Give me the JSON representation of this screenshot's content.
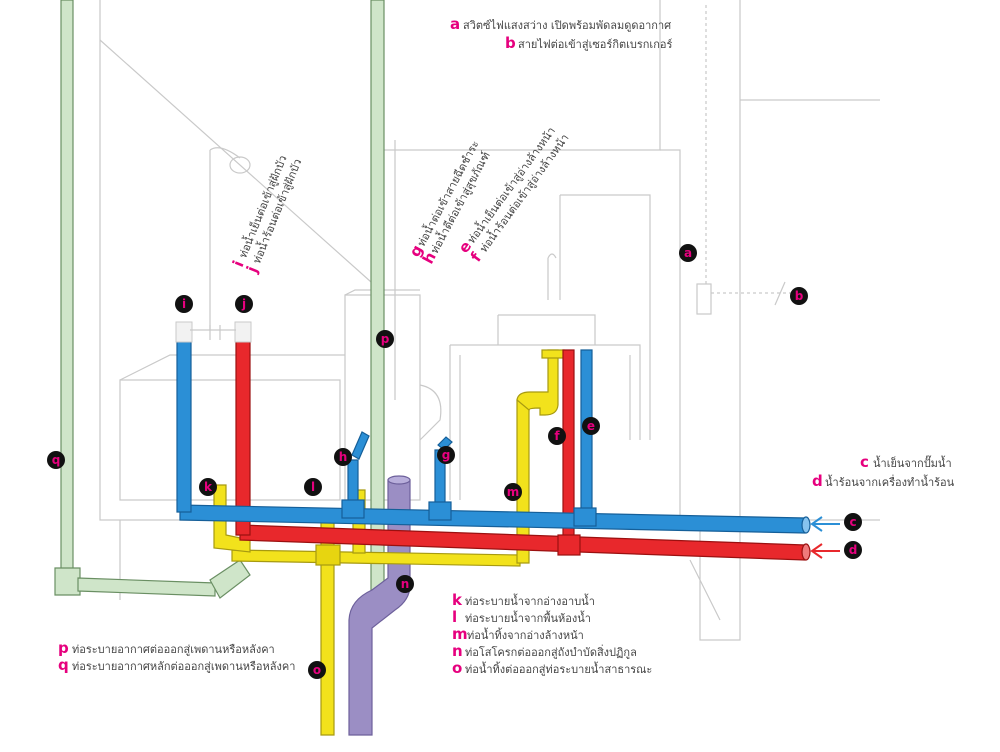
{
  "colors": {
    "cold": "#2b8fd6",
    "hot": "#e8282c",
    "drain": "#f2e21c",
    "soil": "#9b8ec4",
    "vent": "#cfe5c9",
    "letter": "#e6007e",
    "outline": "#c9c9c9"
  },
  "legend_top": [
    {
      "letter": "a",
      "text": "สวิตซ์ไฟแสงสว่าง  เปิดพร้อมพัดลมดูดอากาศ"
    },
    {
      "letter": "b",
      "text": "สายไฟต่อเข้าสู่เซอร์กิตเบรกเกอร์"
    }
  ],
  "legend_right": [
    {
      "letter": "c",
      "text": "น้ำเย็นจากปั๊มน้ำ"
    },
    {
      "letter": "d",
      "text": "น้ำร้อนจากเครื่องทำน้ำร้อน"
    }
  ],
  "legend_bottom_mid": [
    {
      "letter": "k",
      "text": "ท่อระบายน้ำจากอ่างอาบน้ำ"
    },
    {
      "letter": "l",
      "text": "ท่อระบายน้ำจากพื้นห้องน้ำ"
    },
    {
      "letter": "m",
      "text": "ท่อน้ำทิ้งจากอ่างล้างหน้า"
    },
    {
      "letter": "n",
      "text": "ท่อโสโครกต่อออกสู่ถังบำบัดสิ่งปฏิกูล"
    },
    {
      "letter": "o",
      "text": "ท่อน้ำทิ้งต่อออกสู่ท่อระบายน้ำสาธารณะ"
    }
  ],
  "legend_bottom_left": [
    {
      "letter": "p",
      "text": "ท่อระบายอากาศต่อออกสู่เพดานหรือหลังคา"
    },
    {
      "letter": "q",
      "text": "ท่อระบายอากาศหลักต่อออกสู่เพดานหรือหลังคา"
    }
  ],
  "rotated_shower": [
    {
      "letter": "i",
      "text": "ท่อน้ำเย็นต่อเข้าสู่ฝักบัว"
    },
    {
      "letter": "j",
      "text": "ท่อน้ำร้อนต่อเข้าสู่ฝักบัว"
    }
  ],
  "rotated_toilet": [
    {
      "letter": "g",
      "text": "ท่อน้ำต่อเข้าสายฉีดชำระ"
    },
    {
      "letter": "h",
      "text": "ท่อน้ำดีต่อเข้าสู่สุขภัณฑ์"
    }
  ],
  "rotated_basin": [
    {
      "letter": "e",
      "text": "ท่อน้ำเย็นต่อเข้าสู่อ่างล้างหน้า"
    },
    {
      "letter": "f",
      "text": "ท่อน้ำร้อนต่อเข้าสู่อ่างล้างหน้า"
    }
  ],
  "badges": {
    "a": "a",
    "b": "b",
    "c": "c",
    "d": "d",
    "e": "e",
    "f": "f",
    "g": "g",
    "h": "h",
    "i": "i",
    "j": "j",
    "k": "k",
    "l": "l",
    "m": "m",
    "n": "n",
    "o": "o",
    "p": "p",
    "q": "q"
  }
}
